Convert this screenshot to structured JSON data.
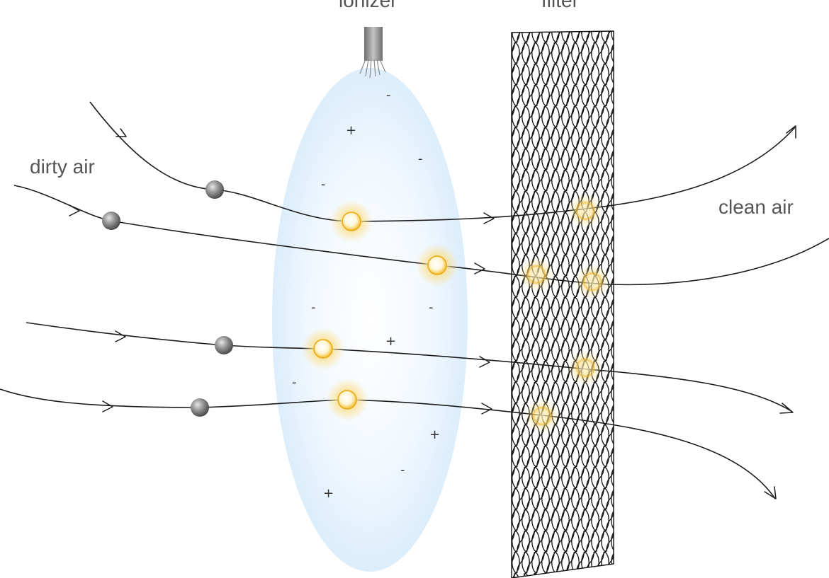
{
  "labels": {
    "ionizer": "ionizer",
    "filter": "filter",
    "dirty_air": "dirty air",
    "clean_air": "clean air"
  },
  "charges": [
    "-",
    "+",
    "-",
    "-",
    "-",
    "-",
    "+",
    "-",
    "+",
    "-",
    "+"
  ],
  "colors": {
    "ion_cloud": "#dceefb",
    "uncharged_particle": "#8a8a8a",
    "charged_particle": "#f6c93a",
    "charged_glow": "#fbe29a",
    "line": "#1c1c1c",
    "text": "#555555"
  },
  "icons": [
    "ionizer-emitter-icon",
    "filter-mesh-icon",
    "flow-arrow-icon"
  ]
}
